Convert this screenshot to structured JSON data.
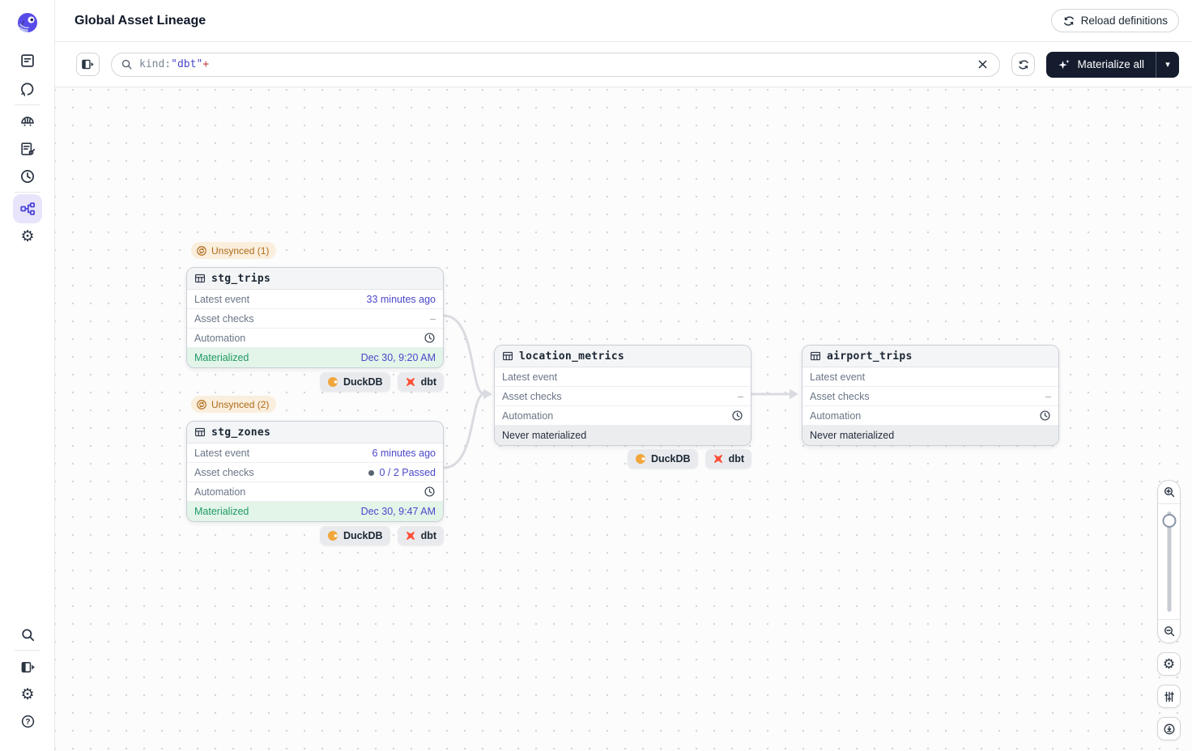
{
  "header": {
    "title": "Global Asset Lineage",
    "reload_button_label": "Reload definitions"
  },
  "toolbar": {
    "search_prefix": "kind:",
    "search_value": "\"dbt\"",
    "search_suffix": "+",
    "materialize_button_label": "Materialize all",
    "caret": "▾",
    "clear_glyph": "✕"
  },
  "row_labels": {
    "latest_event": "Latest event",
    "asset_checks": "Asset checks",
    "automation": "Automation"
  },
  "nodes": [
    {
      "badge": "Unsynced (1)",
      "title": "stg_trips",
      "latest_event": "33 minutes ago",
      "asset_checks": "–",
      "status_label": "Materialized",
      "status_value": "Dec 30, 9:20 AM",
      "tags": [
        "DuckDB",
        "dbt"
      ]
    },
    {
      "badge": "Unsynced (2)",
      "title": "stg_zones",
      "latest_event": "6 minutes ago",
      "asset_checks": "0 / 2 Passed",
      "status_label": "Materialized",
      "status_value": "Dec 30, 9:47 AM",
      "tags": [
        "DuckDB",
        "dbt"
      ]
    },
    {
      "badge": "",
      "title": "location_metrics",
      "latest_event": "",
      "asset_checks": "–",
      "status_label": "Never materialized",
      "status_value": "",
      "tags": [
        "DuckDB",
        "dbt"
      ]
    },
    {
      "badge": "",
      "title": "airport_trips",
      "latest_event": "",
      "asset_checks": "–",
      "status_label": "Never materialized",
      "status_value": "",
      "tags": []
    }
  ],
  "graph": {
    "edges": [
      {
        "from": "stg_trips",
        "to": "location_metrics"
      },
      {
        "from": "stg_zones",
        "to": "location_metrics"
      },
      {
        "from": "location_metrics",
        "to": "airport_trips"
      }
    ]
  },
  "sidebar": {
    "top_icons": [
      "asset-catalog-icon",
      "runs-icon",
      "deployment-icon",
      "jobs-icon",
      "schedules-icon",
      "lineage-icon",
      "settings-icon"
    ],
    "bottom_icons": [
      "search-icon",
      "expand-panel-icon",
      "settings-icon",
      "help-icon"
    ],
    "active_item": "lineage"
  },
  "canvas_controls": [
    "zoom-in-icon",
    "zoom-slider",
    "zoom-out-icon",
    "gear-icon",
    "filter-sliders-icon",
    "recenter-icon"
  ],
  "colors": {
    "accent": "#4A42D4",
    "link": "#4A47C9",
    "materialized_text": "#1D9B62",
    "materialized_bg": "#E3F4E9",
    "unsynced_text": "#AE6B1A",
    "unsynced_bg": "#FAEEDD",
    "dark_button_bg": "#141C2E",
    "edge": "#D9DBE0",
    "duckdb_yellow": "#F1A73B",
    "dbt_orange": "#FF4F38"
  }
}
